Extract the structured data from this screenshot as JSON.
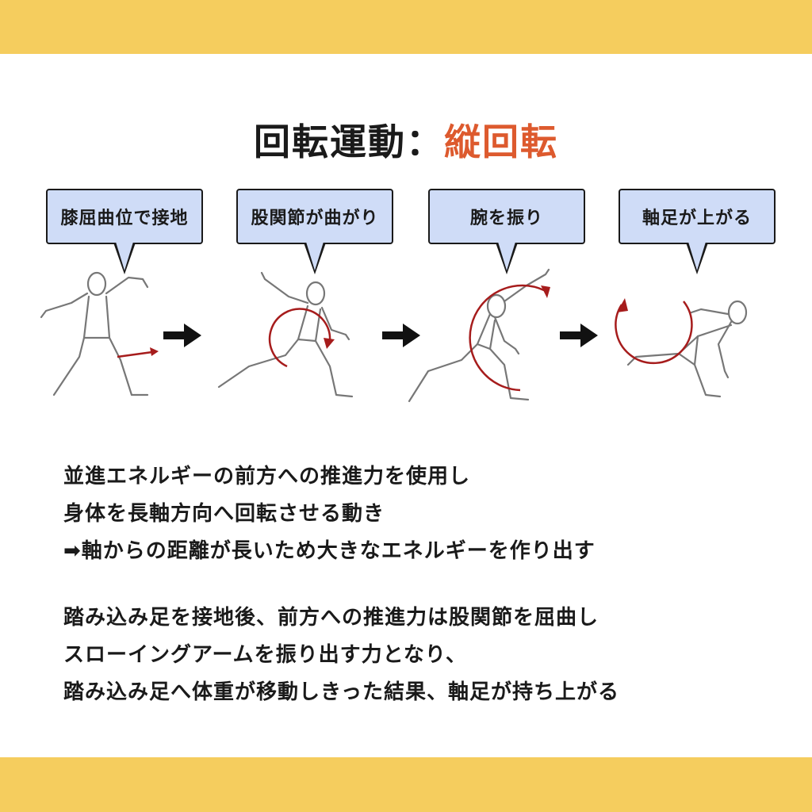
{
  "title": {
    "main": "回転運動：",
    "accent": "縦回転"
  },
  "colors": {
    "band": "#f5cd5e",
    "bubble": "#cfdcf7",
    "accent": "#dd5a2e",
    "rotation_arrow": "#a61c1c"
  },
  "steps": [
    {
      "label": "膝屈曲位で接地"
    },
    {
      "label": "股関節が曲がり"
    },
    {
      "label": "腕を振り"
    },
    {
      "label": "軸足が上がる"
    }
  ],
  "body": {
    "block1": [
      "並進エネルギーの前方への推進力を使用し",
      "身体を長軸方向へ回転させる動き",
      "➡︎軸からの距離が長いため大きなエネルギーを作り出す"
    ],
    "block2": [
      "踏み込み足を接地後、前方への推進力は股関節を屈曲し",
      "スローイングアームを振り出す力となり、",
      "踏み込み足へ体重が移動しきった結果、軸足が持ち上がる"
    ]
  }
}
